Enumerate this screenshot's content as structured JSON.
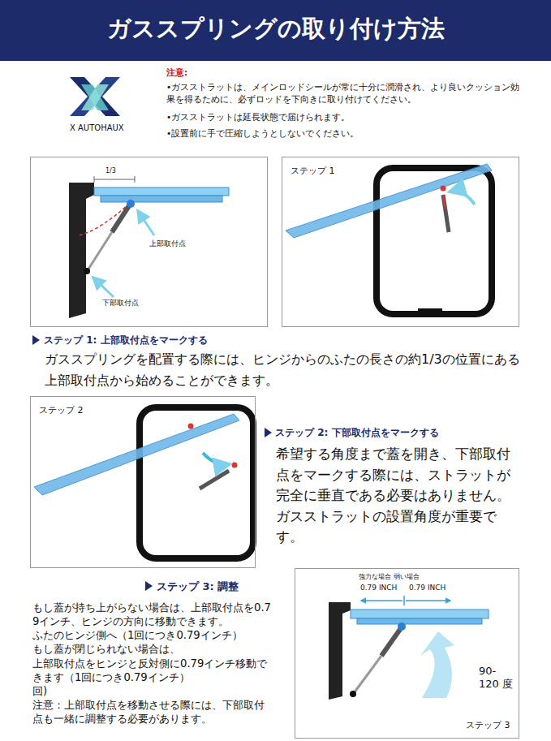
{
  "diagram": {
    "title": "ガススプリングの取り付け方法",
    "nodes": [
      {
        "text": [
          "1/3",
          "上部取付点",
          "下部取付点"
        ]
      },
      {
        "text": [
          "ステップ 1"
        ]
      },
      {
        "text": [
          "ステップ 2"
        ]
      },
      {
        "text": [
          "強力な場合 弱い場合",
          "0.79 INCH",
          "0.79 INCH",
          "90-120 度",
          "ステップ 3"
        ]
      }
    ],
    "labels": [
      "注意:",
      "•ガスストラットは、メインロッドシールが常に十分に潤滑され、より良いクッション効果を得るために、必ずロッドを下向きに取り付けてください。",
      "•ガスストラットは延長状態で届けられます。",
      "•設置前に手で圧縮しようとしないでください。",
      "X AUTOHAUX",
      "ステップ 1: 上部取付点をマークする",
      "ガススプリングを配置する際には、ヒンジからのふたの長さの約1/3の位置にある上部取付点から始めることができます。",
      "ステップ 2: 下部取付点をマークする",
      "希望する角度まで蓋を開き、下部取付点をマークする際には、ストラットが完全に垂直である必要はありません。ガスストラットの設置角度が重要です。",
      "ステップ 3: 調整",
      "もし蓋が持ち上がらない場合は、上部取付点を0.79インチ、ヒンジの方向に移動できます。",
      "ふたのヒンジ側へ（1回につき0.79インチ）",
      "もし蓋が閉じられない場合は、",
      "上部取付点をヒンジと反対側に0.79インチ移動できます（1回につき0.79インチ）",
      "回)",
      "注意：上部取付点を移動させる際には、下部取付点も一緒に調整する必要があります。"
    ]
  }
}
